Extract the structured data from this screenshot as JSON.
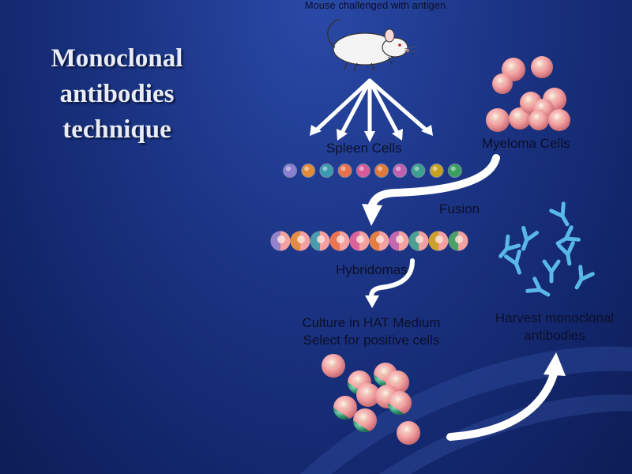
{
  "title_lines": [
    "Monoclonal",
    "antibodies",
    "technique"
  ],
  "labels": {
    "mouse": "Mouse challenged with antigen",
    "spleen": "Spleen Cells",
    "myeloma": "Myeloma Cells",
    "fusion": "Fusion",
    "hybridomas": "Hybridomas",
    "culture_line1": "Culture in HAT Medium",
    "culture_line2": "Select for positive cells",
    "harvest_line1": "Harvest monoclonal",
    "harvest_line2": "antibodies"
  },
  "colors": {
    "background": "#1c3586",
    "myeloma_cell": "#f2a0a0",
    "antibody": "#5ab8e8",
    "arrow": "#ffffff",
    "label_text": "#0b0f2a",
    "title_text": "#e8ecf6"
  },
  "spleen_cell_colors": [
    "#8a7fd0",
    "#e08a3a",
    "#3a9ab0",
    "#e8704a",
    "#d85a9a",
    "#e07a3a",
    "#c060b0",
    "#3aa090",
    "#c8a020",
    "#3aa060"
  ],
  "hybridoma_pairs": [
    [
      "#8a7fd0",
      "#f2a0a0"
    ],
    [
      "#e08a3a",
      "#f2a0a0"
    ],
    [
      "#3a9ab0",
      "#f2a0a0"
    ],
    [
      "#e8704a",
      "#f2a0a0"
    ],
    [
      "#d85a9a",
      "#f2a0a0"
    ],
    [
      "#e07a3a",
      "#f2a0a0"
    ],
    [
      "#c060b0",
      "#f2a0a0"
    ],
    [
      "#3aa090",
      "#f2a0a0"
    ],
    [
      "#c8a020",
      "#f2a0a0"
    ],
    [
      "#3aa060",
      "#f2a0a0"
    ]
  ],
  "icons": [
    "mouse-icon",
    "antibody-icon",
    "cell-icon",
    "arrow-icon"
  ]
}
